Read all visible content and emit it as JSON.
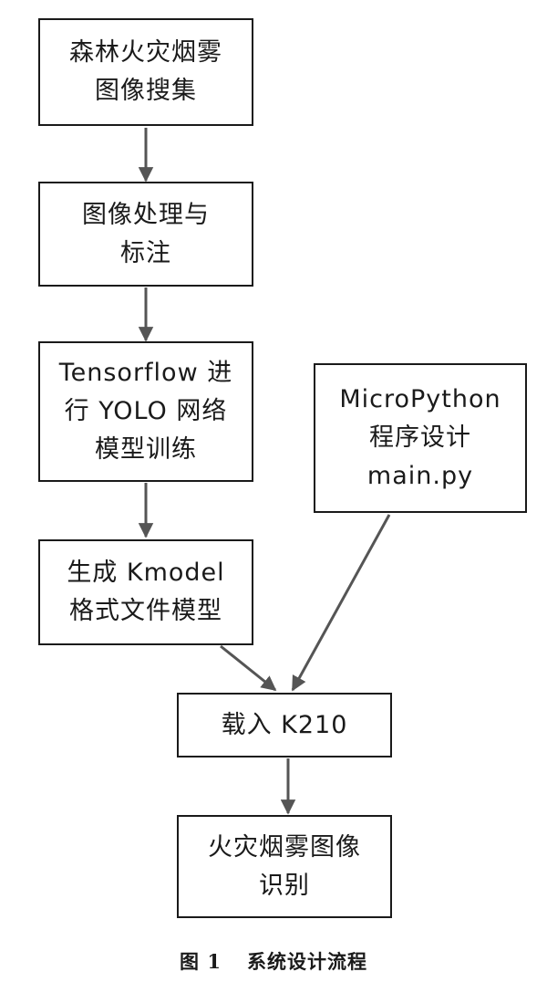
{
  "nodes": {
    "collect": {
      "lines": [
        "森林火灾烟雾",
        "图像搜集"
      ]
    },
    "process": {
      "lines": [
        "图像处理与",
        "标注"
      ]
    },
    "train": {
      "lines": [
        "Tensorflow 进",
        "行 YOLO 网络",
        "模型训练"
      ]
    },
    "micropython": {
      "lines": [
        "MicroPython",
        "程序设计",
        "main.py"
      ]
    },
    "kmodel": {
      "lines": [
        "生成 Kmodel",
        "格式文件模型"
      ]
    },
    "load": {
      "lines": [
        "载入 K210"
      ]
    },
    "recognize": {
      "lines": [
        "火灾烟雾图像",
        "识别"
      ]
    }
  },
  "caption": {
    "number": "图 1",
    "title": "系统设计流程"
  },
  "colors": {
    "border": "#1a1a1a",
    "arrow": "#555555"
  }
}
